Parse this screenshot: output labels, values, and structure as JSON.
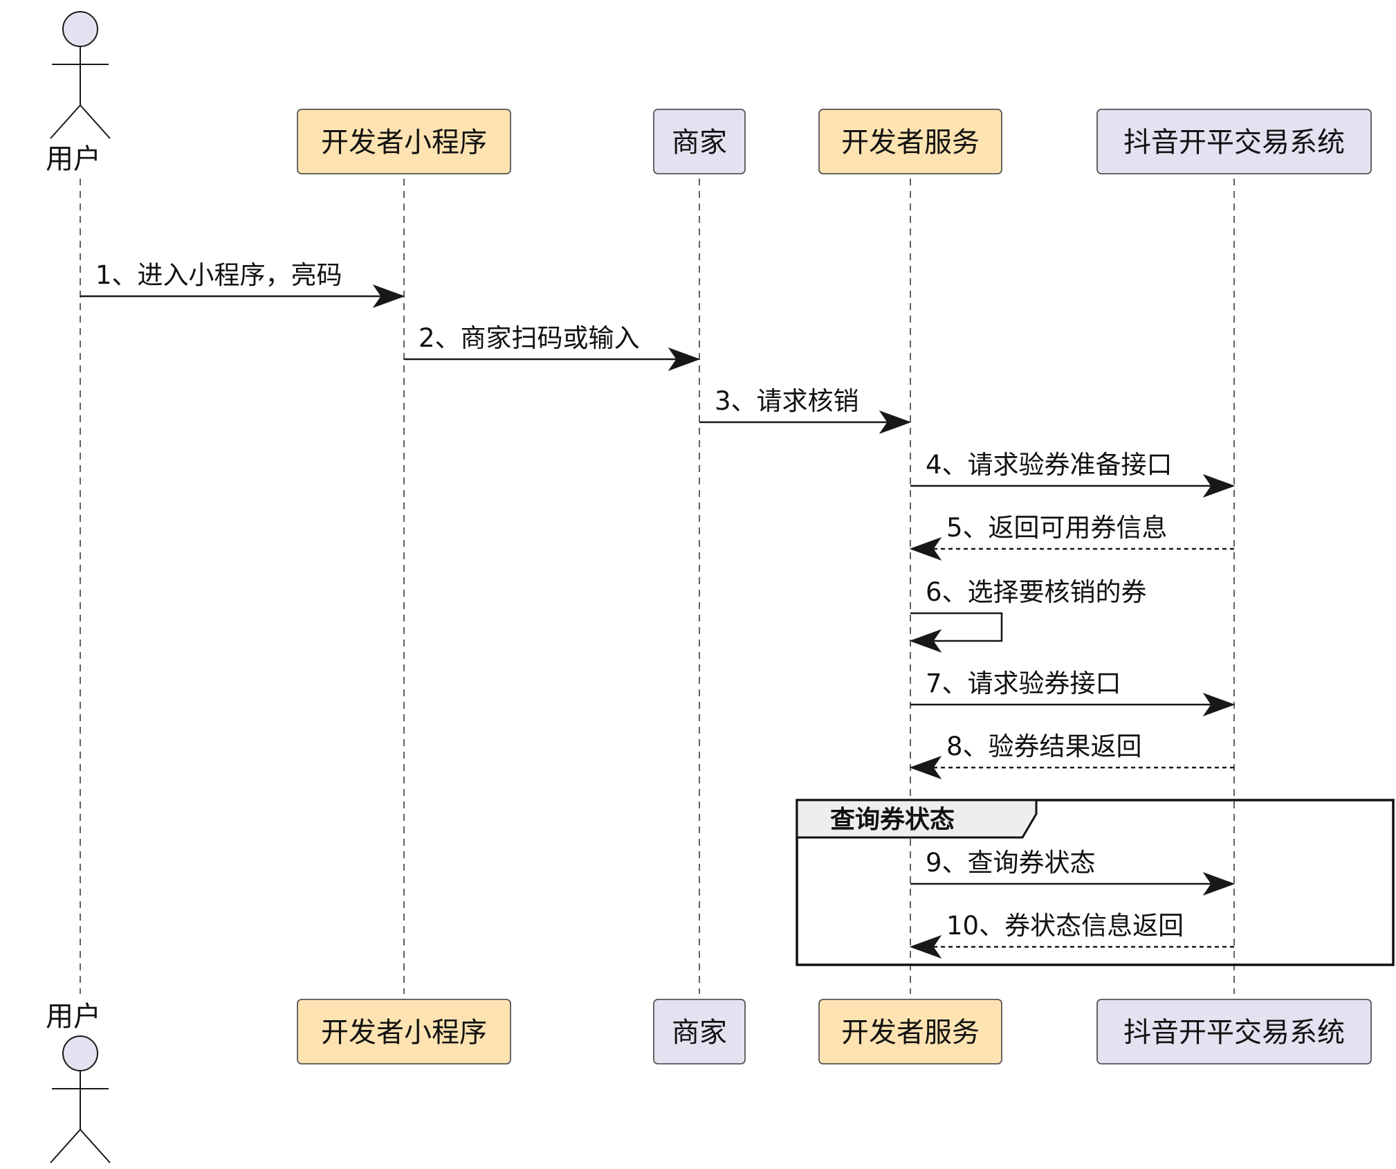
{
  "participants": [
    {
      "id": "user",
      "label": "用户",
      "kind": "actor",
      "color": "#e2e2f0"
    },
    {
      "id": "miniapp",
      "label": "开发者小程序",
      "kind": "box",
      "color": "#fde3b1"
    },
    {
      "id": "merchant",
      "label": "商家",
      "kind": "box",
      "color": "#e2e2f0"
    },
    {
      "id": "service",
      "label": "开发者服务",
      "kind": "box",
      "color": "#fde3b1"
    },
    {
      "id": "douyin",
      "label": "抖音开平交易系统",
      "kind": "box",
      "color": "#e2e2f0"
    }
  ],
  "messages": [
    {
      "from": "user",
      "to": "miniapp",
      "label": "1、进入小程序，亮码",
      "style": "solid"
    },
    {
      "from": "miniapp",
      "to": "merchant",
      "label": "2、商家扫码或输入",
      "style": "solid"
    },
    {
      "from": "merchant",
      "to": "service",
      "label": "3、请求核销",
      "style": "solid"
    },
    {
      "from": "service",
      "to": "douyin",
      "label": "4、请求验券准备接口",
      "style": "solid"
    },
    {
      "from": "douyin",
      "to": "service",
      "label": "5、返回可用券信息",
      "style": "dashed"
    },
    {
      "from": "service",
      "to": "service",
      "label": "6、选择要核销的券",
      "style": "solid"
    },
    {
      "from": "service",
      "to": "douyin",
      "label": "7、请求验券接口",
      "style": "solid"
    },
    {
      "from": "douyin",
      "to": "service",
      "label": "8、验券结果返回",
      "style": "dashed"
    },
    {
      "from": "service",
      "to": "douyin",
      "label": "9、查询券状态",
      "style": "solid"
    },
    {
      "from": "douyin",
      "to": "service",
      "label": "10、券状态信息返回",
      "style": "dashed"
    }
  ],
  "group": {
    "title": "查询券状态"
  },
  "colors": {
    "line": "#181818",
    "box_border": "#555555"
  }
}
